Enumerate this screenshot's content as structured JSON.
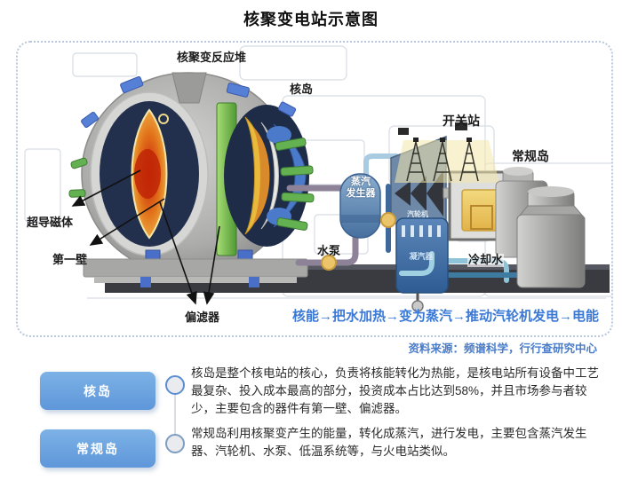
{
  "title": "核聚变电站示意图",
  "diagram": {
    "labels": {
      "reactor": "核聚变反应堆",
      "nuclear_island": "核岛",
      "switch_station": "开关站",
      "conventional_island": "常规岛",
      "steam_generator_line1": "蒸汽",
      "steam_generator_line2": "发生器",
      "turbine": "汽轮机",
      "condenser": "凝汽器",
      "water_pump": "水泵",
      "cooling_water": "冷却水",
      "superconducting_magnet": "超导磁体",
      "first_wall": "第一壁",
      "divertor": "偏滤器"
    },
    "flow_text": "核能→把水加热→变为蒸汽→推动汽轮机发电→电能",
    "source": "资料来源：频谱科学，行行查研究中心"
  },
  "legend": {
    "items": [
      {
        "label": "核岛",
        "description": "核岛是整个核电站的核心，负责将核能转化为热能，是核电站所有设备中工艺最复杂、投入成本最高的部分，投资成本占比达到58%，并且市场参与者较少，主要包含的器件有第一壁、偏滤器。"
      },
      {
        "label": "常规岛",
        "description": "常规岛利用核聚变产生的能量，转化成蒸汽，进行发电，主要包含蒸汽发生器、汽轮机、水泵、低温系统等，与火电站类似。"
      }
    ]
  },
  "colors": {
    "button_blue": "#6ba3e3",
    "flow_text_blue": "#3b79d6",
    "source_blue": "#4a7cc9",
    "border_dotted": "#b9c7dd",
    "plasma_red": "#c22a08",
    "column_green": "#63b150",
    "coil_blue": "#4a7ac9",
    "generator_yellow": "#ecc95f"
  }
}
